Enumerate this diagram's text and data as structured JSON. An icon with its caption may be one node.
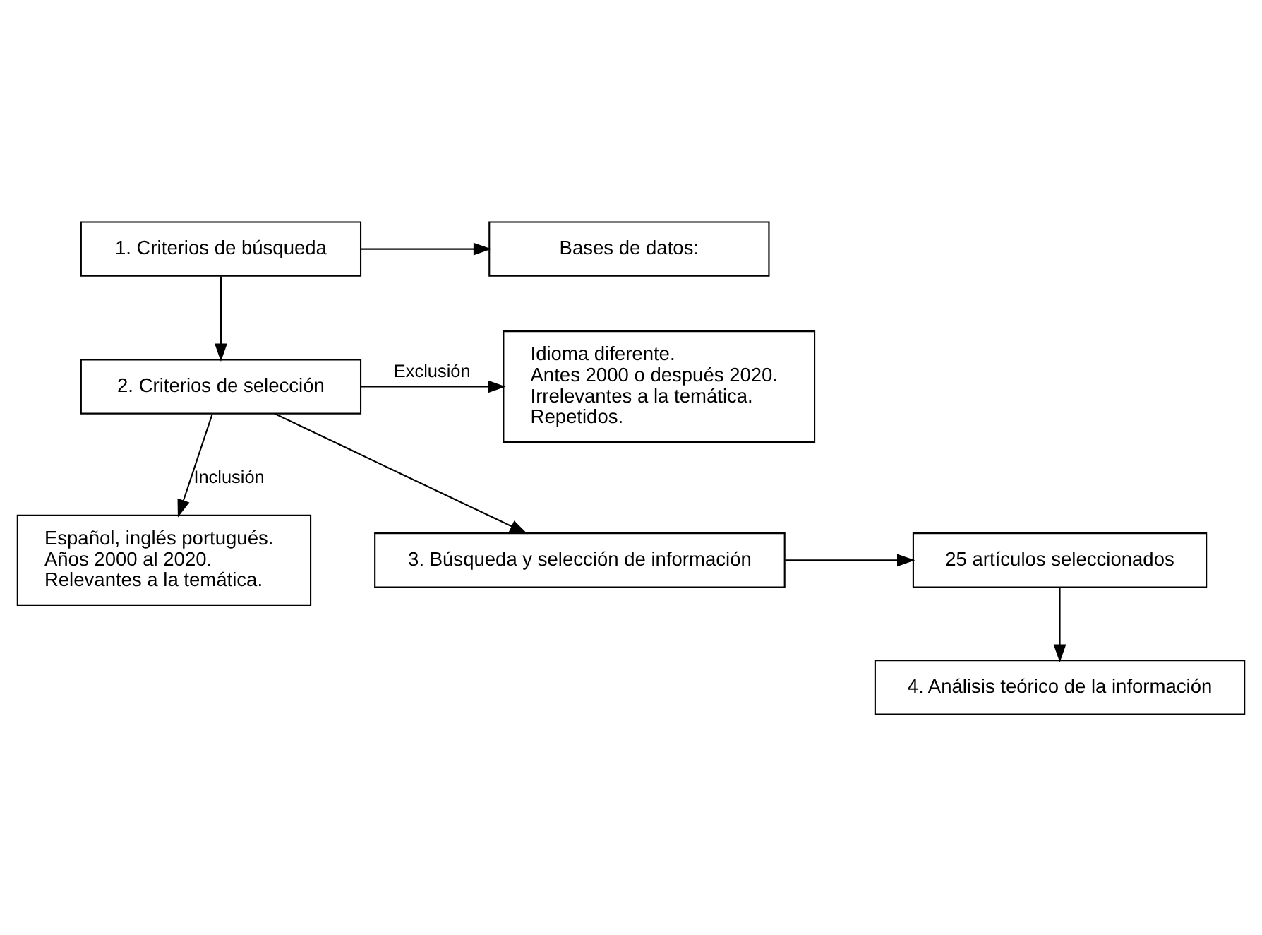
{
  "diagram": {
    "nodes": [
      {
        "text": [
          "1. Criterios de búsqueda"
        ]
      },
      {
        "text": [
          "Bases de datos:"
        ]
      },
      {
        "text": [
          "2. Criterios de selección"
        ]
      },
      {
        "text": [
          "Español, inglés portugués.",
          "Años 2000 al 2020.",
          "Relevantes a la temática."
        ]
      },
      {
        "text": [
          "Idioma diferente.",
          "Antes 2000 o después 2020.",
          "Irrelevantes a la temática.",
          "Repetidos."
        ]
      },
      {
        "text": [
          "3. Búsqueda y selección de información"
        ]
      },
      {
        "text": [
          "25 artículos seleccionados"
        ]
      },
      {
        "text": [
          "4. Análisis teórico de la información"
        ]
      }
    ],
    "edges": [
      {
        "from": 0,
        "to": 1,
        "arrow": "to"
      },
      {
        "from": 0,
        "to": 2,
        "arrow": "to"
      },
      {
        "from": 2,
        "to": 3,
        "arrow": "to",
        "label": "Inclusión"
      },
      {
        "from": 2,
        "to": 4,
        "arrow": "to",
        "label": "Exclusión"
      },
      {
        "from": 2,
        "to": 5,
        "arrow": "to"
      },
      {
        "from": 5,
        "to": 6,
        "arrow": "to"
      },
      {
        "from": 6,
        "to": 7,
        "arrow": "to"
      }
    ]
  }
}
